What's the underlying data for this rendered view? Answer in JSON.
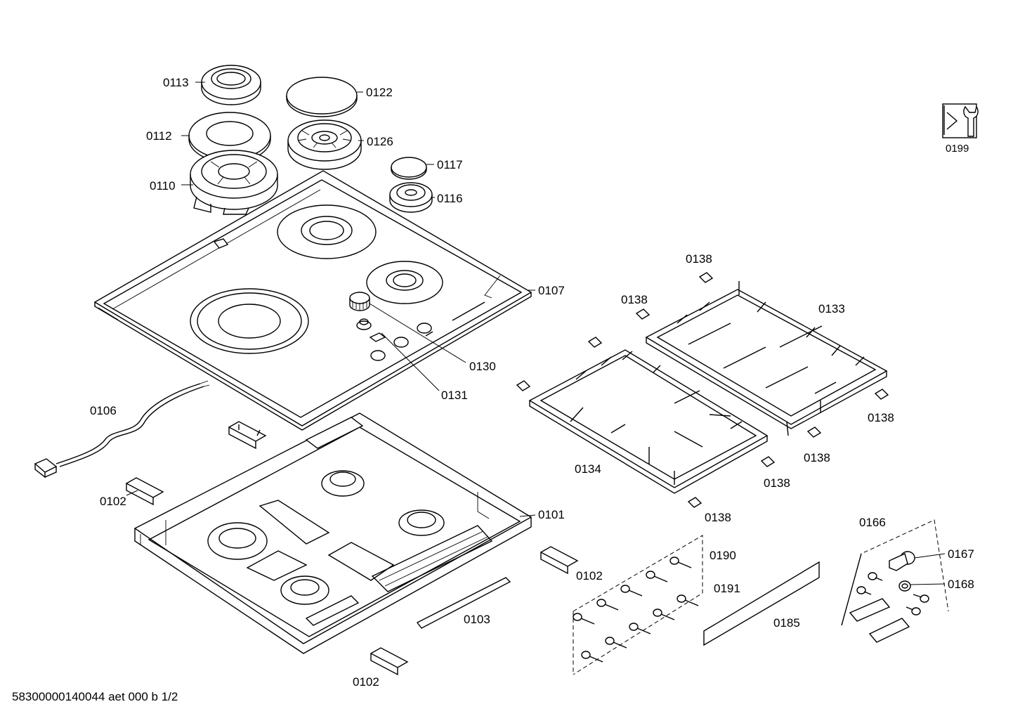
{
  "labels": {
    "p0113": "0113",
    "p0122": "0122",
    "p0112": "0112",
    "p0126": "0126",
    "p0110": "0110",
    "p0117": "0117",
    "p0116": "0116",
    "p0107": "0107",
    "p0130": "0130",
    "p0131": "0131",
    "p0106": "0106",
    "p0102a": "0102",
    "p0102b": "0102",
    "p0102c": "0102",
    "p0101": "0101",
    "p0103": "0103",
    "p0138a": "0138",
    "p0138b": "0138",
    "p0138c": "0138",
    "p0138d": "0138",
    "p0138e": "0138",
    "p0138f": "0138",
    "p0133": "0133",
    "p0134": "0134",
    "p0190": "0190",
    "p0191": "0191",
    "p0185": "0185",
    "p0166": "0166",
    "p0167": "0167",
    "p0168": "0168",
    "p0199": "0199"
  },
  "footer": {
    "doc_code": "58300000140044 aet 000 b 1/2"
  },
  "icons": {
    "service_kit": "service-tool-icon"
  }
}
